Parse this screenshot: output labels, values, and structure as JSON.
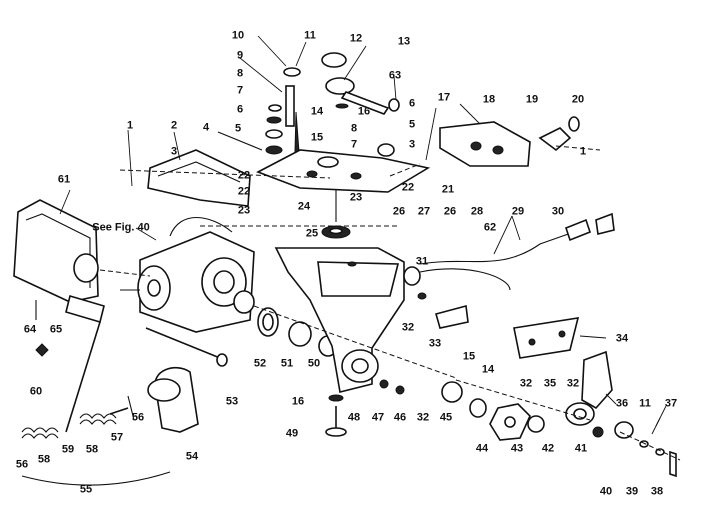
{
  "reference_label": "See Fig. 40",
  "callouts": [
    "1",
    "2",
    "3",
    "4",
    "5",
    "6",
    "7",
    "8",
    "9",
    "10",
    "11",
    "12",
    "13",
    "14",
    "15",
    "16",
    "17",
    "18",
    "19",
    "20",
    "21",
    "22",
    "23",
    "24",
    "25",
    "26",
    "27",
    "28",
    "29",
    "30",
    "31",
    "32",
    "33",
    "34",
    "35",
    "36",
    "37",
    "38",
    "39",
    "40",
    "41",
    "42",
    "43",
    "44",
    "45",
    "46",
    "47",
    "48",
    "49",
    "50",
    "51",
    "52",
    "53",
    "54",
    "55",
    "56",
    "57",
    "58",
    "59",
    "60",
    "61",
    "62",
    "63",
    "64",
    "65"
  ]
}
